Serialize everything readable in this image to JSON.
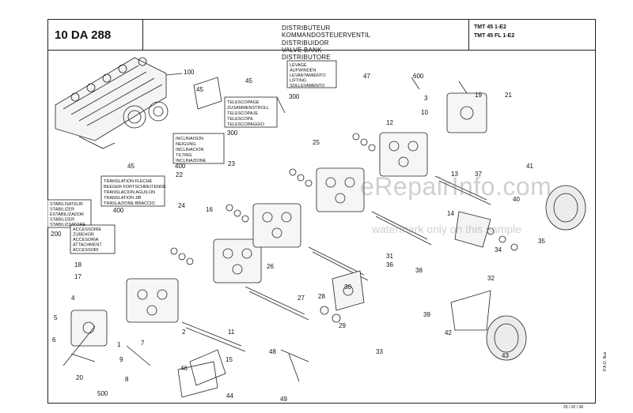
{
  "header": {
    "code": "10 DA 288",
    "titles": [
      "DISTRIBUTEUR",
      "KOMMANDOSTEUERVENTIL",
      "DISTRIBUIDOR",
      "VALVE BANK",
      "DISTRIBUTORE"
    ],
    "models": [
      "TMT 45 1-E2",
      "TMT 45 FL 1-E2"
    ]
  },
  "labels": {
    "levage": [
      "LEVAGE",
      "AUFWINDEN",
      "LEVANTAMIENTO",
      "LIFTING",
      "SOLLEVAMENTO"
    ],
    "telescopage": [
      "TELESCOPAGE",
      "ZUSAMMENSTROLL",
      "TELESCOPAJE",
      "TELESCOPE",
      "TELESCOPAGGIO"
    ],
    "inclinaison": [
      "INCLINAISON",
      "NEIGUNG",
      "INCLINACION",
      "TILTING",
      "INCLINAZIONE"
    ],
    "translation": [
      "TRANSLATION FLECHE",
      "BEEGER FORTSCHREITENDE",
      "TRANSLACION AGUILON",
      "TRANSLATION JIB",
      "TRASLAZIONE BRACCIO"
    ],
    "stabilisateur": [
      "STABILISATEUR",
      "STABILIZER",
      "ESTABILIZADOR",
      "STABILIZER",
      "STABILIZZATORE"
    ],
    "accessoire": [
      "ACCESSOIRE",
      "ZUBEHOR",
      "ACCESORIA",
      "ATTACHMENT",
      "ACCESSORI"
    ]
  },
  "numbers": {
    "n100": "100",
    "n45": "45",
    "n300": "300",
    "n47": "47",
    "n600": "600",
    "n400": "400",
    "n200": "200",
    "n500": "500",
    "n44": "44",
    "n46": "46",
    "n43": "43",
    "n42": "42",
    "n21": "21",
    "n19": "19",
    "n3": "3",
    "n1": "1",
    "n2": "2",
    "n4": "4",
    "n5": "5",
    "n6": "6",
    "n7": "7",
    "n8": "8",
    "n9": "9",
    "n10": "10",
    "n11": "11",
    "n12": "12",
    "n13": "13",
    "n14": "14",
    "n15": "15",
    "n16": "16",
    "n17": "17",
    "n18": "18",
    "n20": "20",
    "n22": "22",
    "n23": "23",
    "n24": "24",
    "n25": "25",
    "n26": "26",
    "n27": "27",
    "n28": "28",
    "n29": "29",
    "n30": "30",
    "n31": "31",
    "n32": "32",
    "n33": "33",
    "n34": "34",
    "n35": "35",
    "n36": "36",
    "n37": "37",
    "n38": "38",
    "n39": "39",
    "n40": "40",
    "n41": "41",
    "n48": "48",
    "n49": "49"
  },
  "watermark": "eRepairInfo.com",
  "watermark_sub": "watermark only on this sample",
  "footer": {
    "date": "25 / 02 / 08",
    "pao": "P.A.O. Illus"
  }
}
